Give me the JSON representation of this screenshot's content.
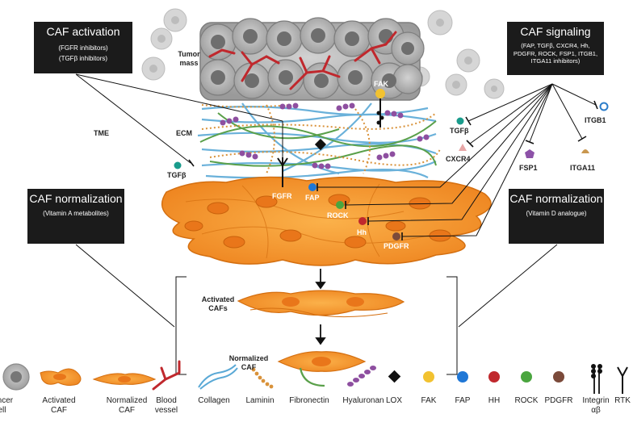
{
  "boxes": {
    "caf_activation": {
      "title": "CAF activation",
      "lines": [
        "(FGFR inhibitors)",
        "(TGFβ inhibitors)"
      ]
    },
    "caf_signaling": {
      "title": "CAF signaling",
      "subtitle": "(FAP, TGFβ, CXCR4, Hh, PDGFR, ROCK, FSP1, ITGB1, ITGA11  inhibitors)"
    },
    "caf_normalization_left": {
      "title": "CAF normalization",
      "subtitle": "(Vitamin A metabolites)"
    },
    "caf_normalization_right": {
      "title": "CAF normalization",
      "subtitle": "(Vitamin D analogue)"
    }
  },
  "labels": {
    "tumor_mass": "Tumor mass",
    "tme": "TME",
    "ecm": "ECM",
    "tgfb_left": "TGFβ",
    "fak": "FAK",
    "fgfr": "FGFR",
    "fap": "FAP",
    "rock": "ROCK",
    "hh": "Hh",
    "pdgfr": "PDGFR",
    "tgfb_right": "TGFβ",
    "cxcr4": "CXCR4",
    "fsp1": "FSP1",
    "itga11": "ITGA11",
    "itgb1": "ITGB1",
    "activated_cafs": "Activated CAFs",
    "normalized_caf": "Normalized CAF"
  },
  "legend": [
    {
      "icon": "cancer-cell-icon",
      "label": "Cancer cell"
    },
    {
      "icon": "activated-caf-icon",
      "label": "Activated CAF"
    },
    {
      "icon": "normalized-caf-icon",
      "label": "Normalized CAF"
    },
    {
      "icon": "blood-vessel-icon",
      "label": "Blood vessel"
    },
    {
      "icon": "collagen-icon",
      "label": "Collagen"
    },
    {
      "icon": "laminin-icon",
      "label": "Laminin"
    },
    {
      "icon": "fibronectin-icon",
      "label": "Fibronectin"
    },
    {
      "icon": "hyaluronan-icon",
      "label": "Hyaluronan"
    },
    {
      "icon": "lox-icon",
      "label": "LOX"
    },
    {
      "icon": "fak-icon",
      "label": "FAK"
    },
    {
      "icon": "fap-icon",
      "label": "FAP"
    },
    {
      "icon": "hh-icon",
      "label": "HH"
    },
    {
      "icon": "rock-icon",
      "label": "ROCK"
    },
    {
      "icon": "pdgfr-icon",
      "label": "PDGFR"
    },
    {
      "icon": "integrin-icon",
      "label": "Integrin αβ"
    },
    {
      "icon": "rtk-icon",
      "label": "RTK"
    }
  ],
  "colors": {
    "box": "#1b1b1b",
    "caf_orange": "#f5962a",
    "vessel_red": "#c0282d",
    "collagen_blue": "#5aa9d6",
    "laminin_orange": "#d9923a",
    "fibronectin_green": "#5aa04a",
    "hyaluronan_purple": "#8e4fa0",
    "fak_yellow": "#f2c230",
    "fap_blue": "#1f77d6",
    "hh_red": "#c0282d",
    "rock_green": "#4aa53f",
    "pdgfr_brown": "#7b4a3a",
    "tgfb_teal": "#1a9c8c",
    "cxcr4_pink": "#e7a7a7",
    "fsp1_purple": "#8d52a8",
    "itga11_tan": "#c9974f",
    "itgb1_blue": "#2b7cc9"
  }
}
